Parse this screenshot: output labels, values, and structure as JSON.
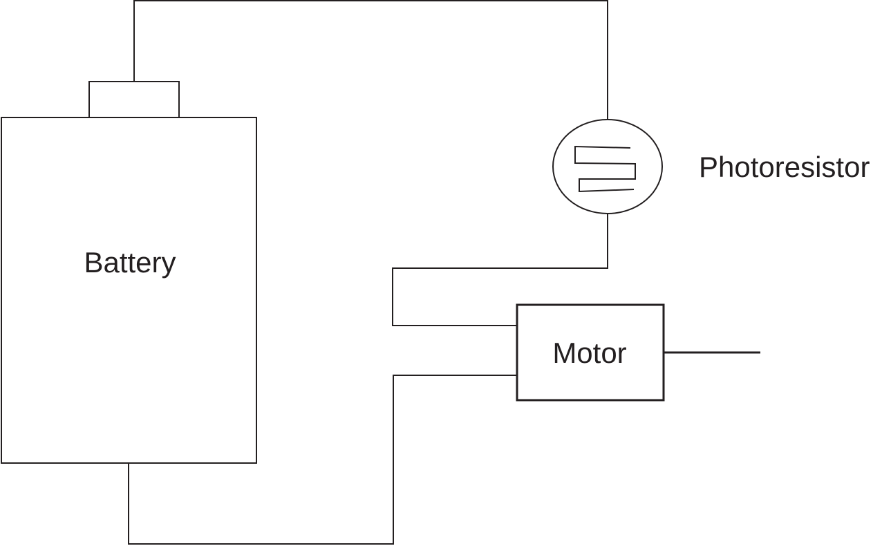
{
  "labels": {
    "battery": "Battery",
    "photoresistor": "Photoresistor",
    "motor": "Motor"
  },
  "colors": {
    "line": "#231f20",
    "background": "#ffffff"
  }
}
